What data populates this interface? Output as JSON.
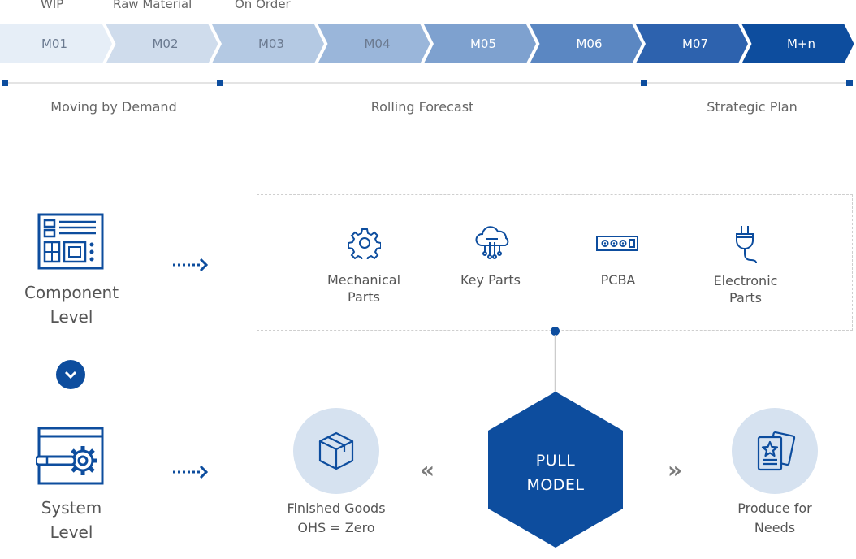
{
  "top_labels": [
    "WIP",
    "Raw Material",
    "On Order"
  ],
  "chevrons": [
    {
      "label": "M01",
      "color": "#e6eef7"
    },
    {
      "label": "M02",
      "color": "#cfdcec"
    },
    {
      "label": "M03",
      "color": "#b4c9e3"
    },
    {
      "label": "M04",
      "color": "#9ab6da"
    },
    {
      "label": "M05",
      "color": "#7ea1cf"
    },
    {
      "label": "M06",
      "color": "#5b87c2"
    },
    {
      "label": "M07",
      "color": "#2d62ae"
    },
    {
      "label": "M+n",
      "color": "#0d4d9e"
    }
  ],
  "phases": [
    "Moving by Demand",
    "Rolling Forecast",
    "Strategic Plan"
  ],
  "levels": {
    "component": [
      "Component",
      "Level"
    ],
    "system": [
      "System",
      "Level"
    ]
  },
  "parts": [
    {
      "lines": [
        "Mechanical",
        "Parts"
      ],
      "icon": "gear-icon"
    },
    {
      "lines": [
        "Key Parts"
      ],
      "icon": "cloud-chip-icon"
    },
    {
      "lines": [
        "PCBA"
      ],
      "icon": "circuit-board-icon"
    },
    {
      "lines": [
        "Electronic",
        "Parts"
      ],
      "icon": "plug-icon"
    }
  ],
  "pull_model": [
    "PULL",
    "MODEL"
  ],
  "finished_goods": [
    "Finished Goods",
    "OHS = Zero"
  ],
  "produce": [
    "Produce for",
    "Needs"
  ],
  "colors": {
    "accent": "#0d4d9e",
    "circle": "#d6e2f0",
    "dashed": "#cfcfcf"
  }
}
